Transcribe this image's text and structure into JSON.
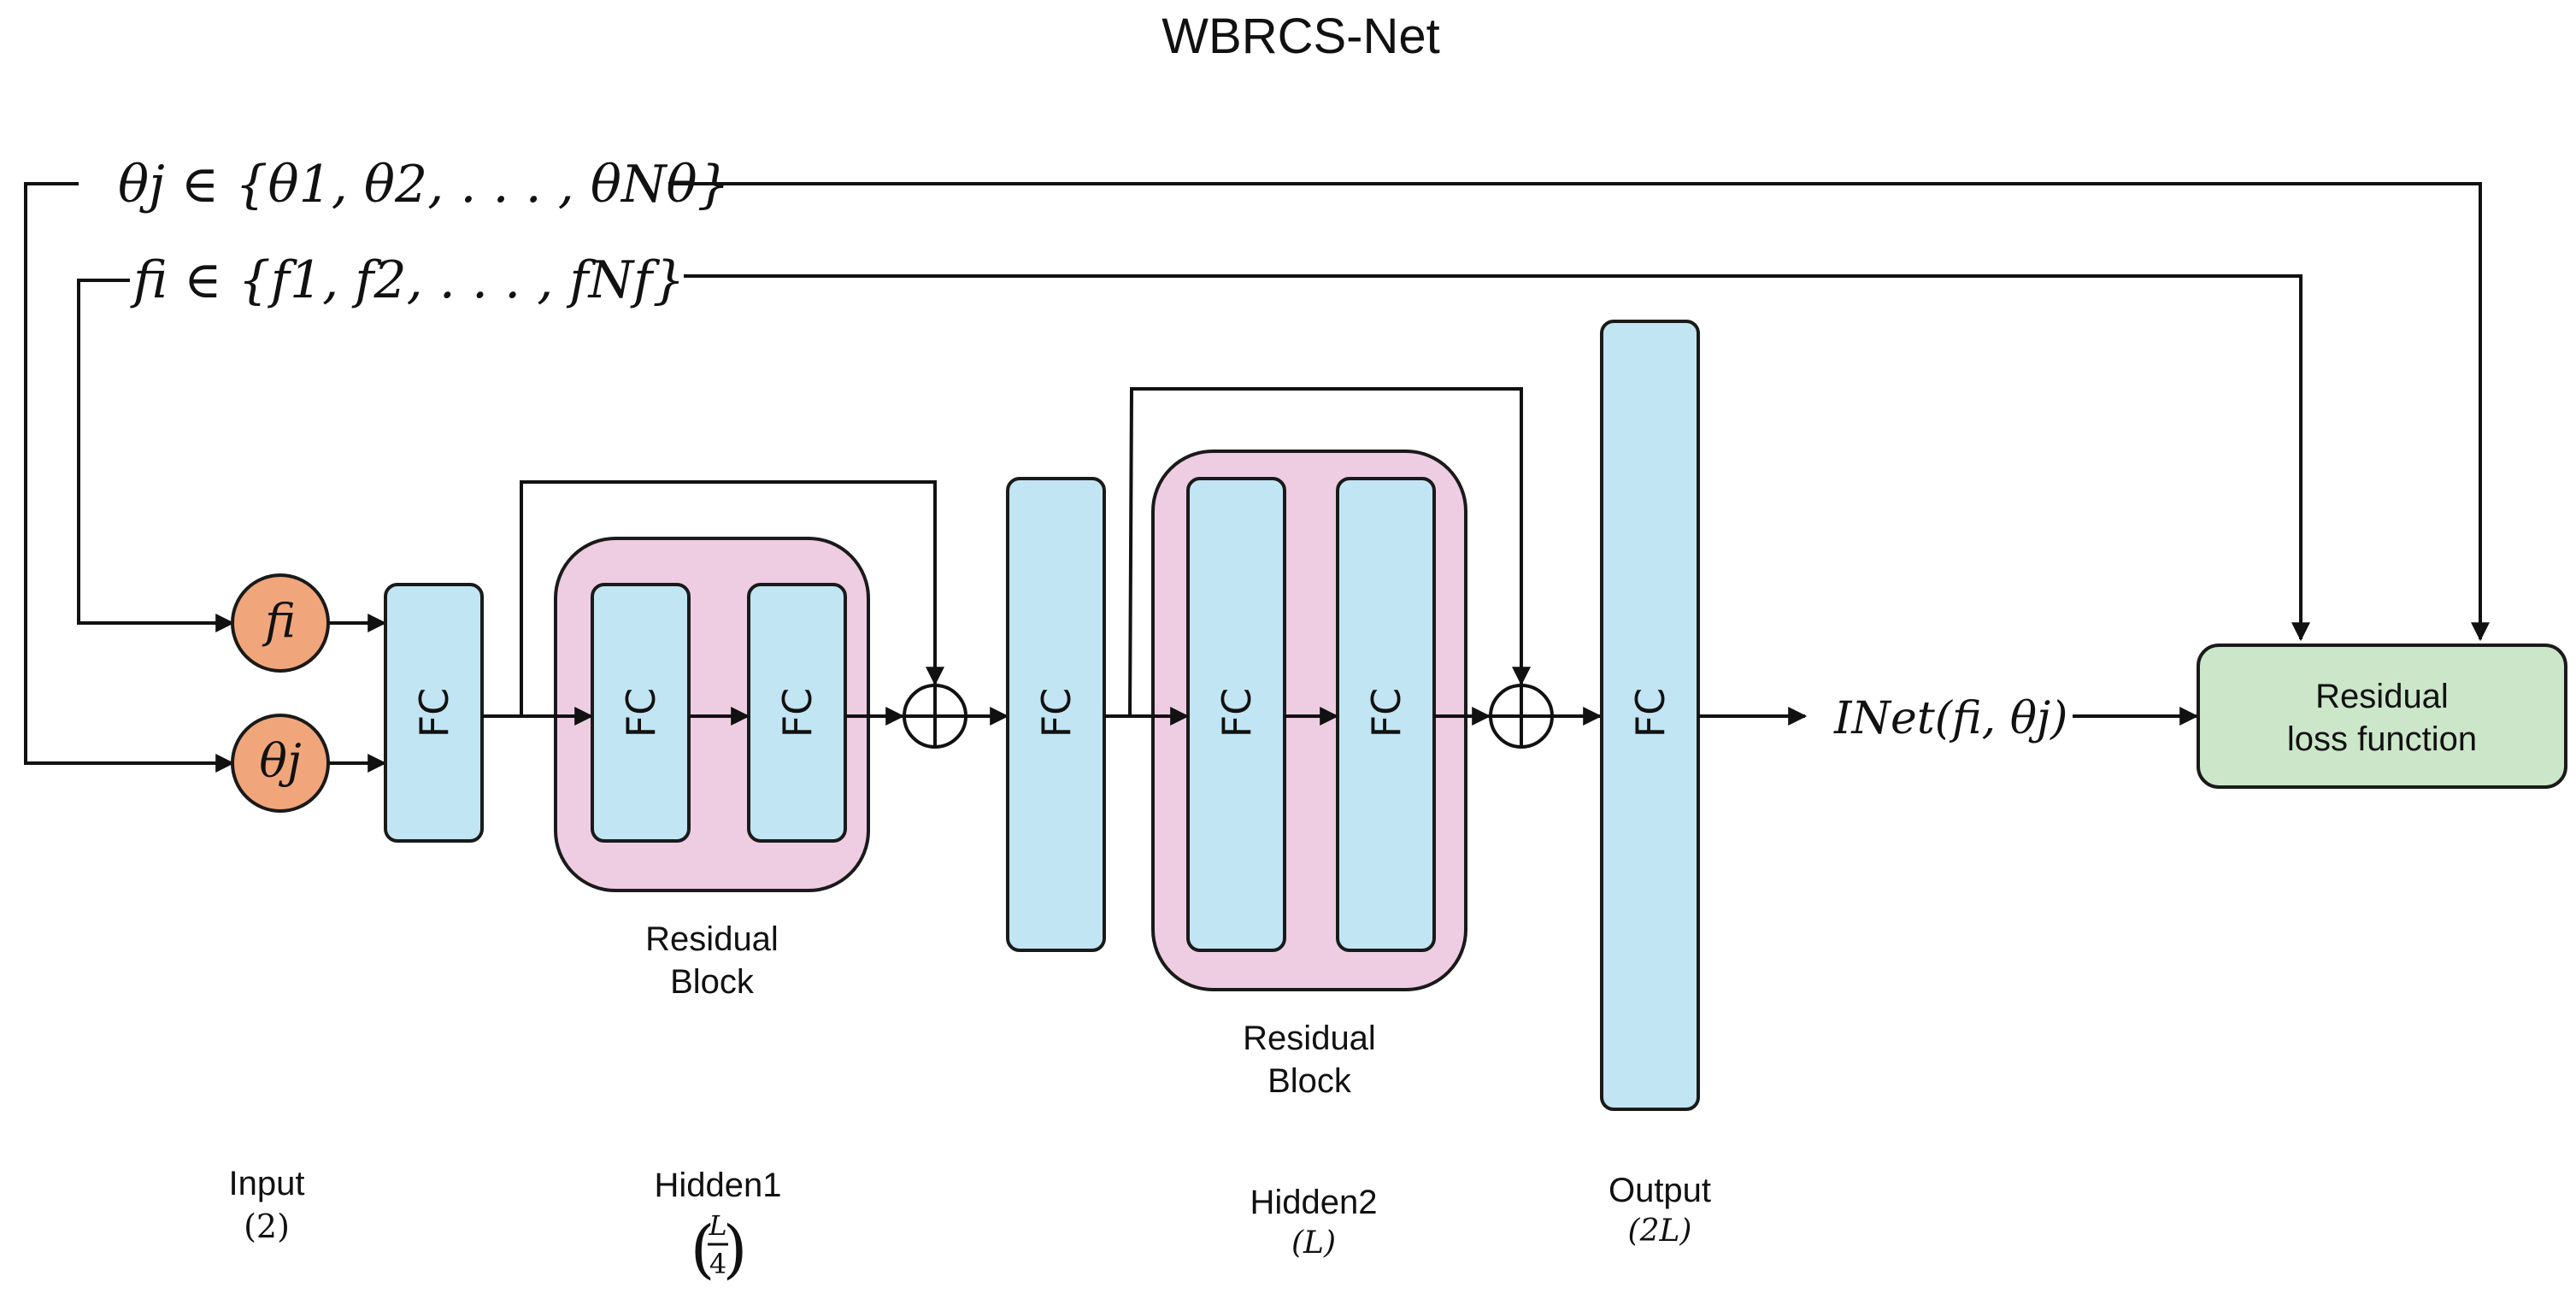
{
  "title": "WBRCS-Net",
  "inputs": {
    "theta_set": "θj ∈ {θ1, θ2, . . . , θNθ}",
    "f_set": "fi ∈ {f1, f2, . . . , fNf}",
    "node_f": "fi",
    "node_theta": "θj"
  },
  "blocks": {
    "fc_label": "FC",
    "residual_block_line1": "Residual",
    "residual_block_line2": "Block"
  },
  "output_expr": "INet(fi, θj)",
  "loss": {
    "line1": "Residual",
    "line2": "loss function"
  },
  "layers": {
    "input": {
      "label": "Input",
      "size": "(2)"
    },
    "hidden1": {
      "label": "Hidden1",
      "size_num": "L",
      "size_den": "4"
    },
    "hidden2": {
      "label": "Hidden2",
      "size": "(L)"
    },
    "output": {
      "label": "Output",
      "size": "(2L)"
    }
  },
  "colors": {
    "fc_fill": "#c2e5f4",
    "residual_block_fill": "#eecde3",
    "input_node_fill": "#f0a67a",
    "loss_fill": "#cce6c9"
  }
}
